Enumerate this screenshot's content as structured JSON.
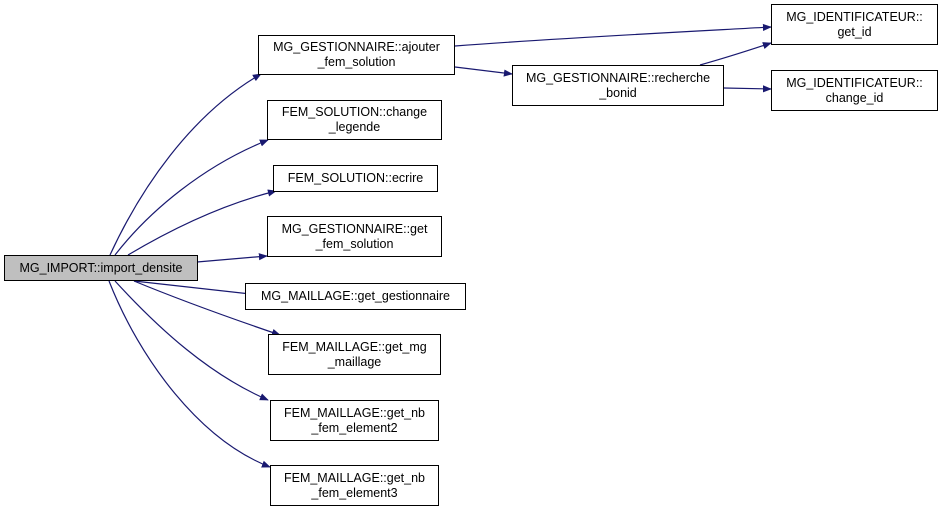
{
  "graph": {
    "edge_color": "#191970",
    "root_fill": "#bfbfbf",
    "nodes": {
      "root": {
        "lines": [
          "MG_IMPORT::import_densite"
        ]
      },
      "ajouter": {
        "lines": [
          "MG_GESTIONNAIRE::ajouter",
          "_fem_solution"
        ]
      },
      "change_legende": {
        "lines": [
          "FEM_SOLUTION::change",
          "_legende"
        ]
      },
      "ecrire": {
        "lines": [
          "FEM_SOLUTION::ecrire"
        ]
      },
      "get_fem_solution": {
        "lines": [
          "MG_GESTIONNAIRE::get",
          "_fem_solution"
        ]
      },
      "get_gestionnaire": {
        "lines": [
          "MG_MAILLAGE::get_gestionnaire"
        ]
      },
      "get_mg_maillage": {
        "lines": [
          "FEM_MAILLAGE::get_mg",
          "_maillage"
        ]
      },
      "get_nb_fem_element2": {
        "lines": [
          "FEM_MAILLAGE::get_nb",
          "_fem_element2"
        ]
      },
      "get_nb_fem_element3": {
        "lines": [
          "FEM_MAILLAGE::get_nb",
          "_fem_element3"
        ]
      },
      "recherche_bonid": {
        "lines": [
          "MG_GESTIONNAIRE::recherche",
          "_bonid"
        ]
      },
      "get_id": {
        "lines": [
          "MG_IDENTIFICATEUR::",
          "get_id"
        ]
      },
      "change_id": {
        "lines": [
          "MG_IDENTIFICATEUR::",
          "change_id"
        ]
      }
    },
    "edges": [
      {
        "from": "root",
        "to": "ajouter"
      },
      {
        "from": "root",
        "to": "change_legende"
      },
      {
        "from": "root",
        "to": "ecrire"
      },
      {
        "from": "root",
        "to": "get_fem_solution"
      },
      {
        "from": "root",
        "to": "get_gestionnaire"
      },
      {
        "from": "root",
        "to": "get_mg_maillage"
      },
      {
        "from": "root",
        "to": "get_nb_fem_element2"
      },
      {
        "from": "root",
        "to": "get_nb_fem_element3"
      },
      {
        "from": "ajouter",
        "to": "get_id"
      },
      {
        "from": "ajouter",
        "to": "recherche_bonid"
      },
      {
        "from": "recherche_bonid",
        "to": "get_id"
      },
      {
        "from": "recherche_bonid",
        "to": "change_id"
      }
    ]
  }
}
